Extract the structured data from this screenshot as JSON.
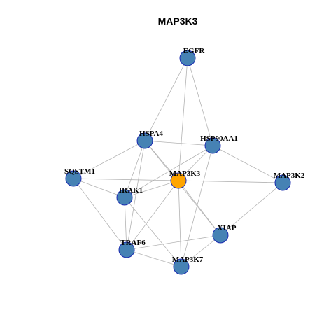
{
  "title": "MAP3K3",
  "colors": {
    "default_node": "#4682b4",
    "focus_node": "#ffa500",
    "node_border": "#1a2bb0",
    "edge": "#b3b3b3"
  },
  "nodes": [
    {
      "id": "EGFR",
      "label": "EGFR",
      "focus": false
    },
    {
      "id": "HSPA4",
      "label": "HSPA4",
      "focus": false
    },
    {
      "id": "HSP90AA1",
      "label": "HSP90AA1",
      "focus": false
    },
    {
      "id": "SQSTM1",
      "label": "SQSTM1",
      "focus": false
    },
    {
      "id": "MAP3K3",
      "label": "MAP3K3",
      "focus": true
    },
    {
      "id": "MAP3K2",
      "label": "MAP3K2",
      "focus": false
    },
    {
      "id": "IRAK1",
      "label": "IRAK1",
      "focus": false
    },
    {
      "id": "XIAP",
      "label": "XIAP",
      "focus": false
    },
    {
      "id": "TRAF6",
      "label": "TRAF6",
      "focus": false
    },
    {
      "id": "MAP3K7",
      "label": "MAP3K7",
      "focus": false
    }
  ],
  "edges": [
    [
      "EGFR",
      "HSPA4"
    ],
    [
      "EGFR",
      "HSP90AA1"
    ],
    [
      "EGFR",
      "MAP3K3"
    ],
    [
      "HSPA4",
      "HSP90AA1"
    ],
    [
      "HSPA4",
      "SQSTM1"
    ],
    [
      "HSPA4",
      "MAP3K3"
    ],
    [
      "HSPA4",
      "IRAK1"
    ],
    [
      "HSPA4",
      "TRAF6"
    ],
    [
      "HSPA4",
      "XIAP"
    ],
    [
      "HSP90AA1",
      "MAP3K3"
    ],
    [
      "HSP90AA1",
      "MAP3K2"
    ],
    [
      "HSP90AA1",
      "IRAK1"
    ],
    [
      "HSP90AA1",
      "MAP3K7"
    ],
    [
      "SQSTM1",
      "MAP3K3"
    ],
    [
      "SQSTM1",
      "IRAK1"
    ],
    [
      "SQSTM1",
      "TRAF6"
    ],
    [
      "MAP3K3",
      "MAP3K2"
    ],
    [
      "MAP3K3",
      "IRAK1"
    ],
    [
      "MAP3K3",
      "XIAP"
    ],
    [
      "MAP3K3",
      "TRAF6"
    ],
    [
      "MAP3K3",
      "MAP3K7"
    ],
    [
      "MAP3K2",
      "XIAP"
    ],
    [
      "IRAK1",
      "TRAF6"
    ],
    [
      "IRAK1",
      "MAP3K7"
    ],
    [
      "XIAP",
      "TRAF6"
    ],
    [
      "XIAP",
      "MAP3K7"
    ],
    [
      "TRAF6",
      "MAP3K7"
    ]
  ]
}
